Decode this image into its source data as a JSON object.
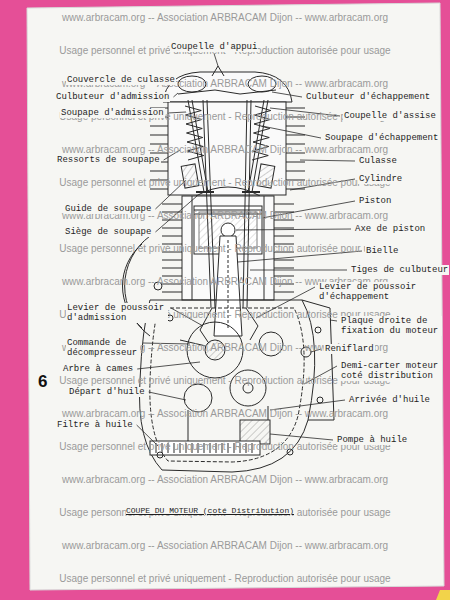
{
  "diagram": {
    "caption": "COUPE DU MOTEUR (coté Distribution)",
    "labels": [
      "Coupelle d'appui",
      "Couvercle de culasse",
      "Culbuteur d'admission",
      "Soupape d'admission",
      "Ressorts de soupape",
      "Guide de soupape",
      "Siège de soupape",
      "Levier de poussoir d'admission",
      "Commande de décompresseur",
      "Arbre à cames",
      "Départ d'huile",
      "Filtre à huile",
      "Culbuteur d'échappement",
      "Coupelle d'assise",
      "Soupape d'échappement",
      "Culasse",
      "Cylindre",
      "Piston",
      "Axe de piston",
      "Bielle",
      "Tiges de culbuteur",
      "Levier de poussoir d'échappement",
      "Plaque droite de fixation du moteur",
      "Reniflard",
      "Demi-carter moteur coté distribution",
      "Arrivée d'huile",
      "Pompe à huile",
      "6",
      "www.arbracam.org -- Association ARBRACAM Dijon -- www.arbracam.org",
      "Usage personnel et privé uniquement - Reproduction autorisée pour usage",
      "www.arbracam.org -- Association ARBRACAM Dijon -- www.arbracam.org",
      "Usage personnel et privé uniquement - Reproduction autorisée pour usage",
      "www.arbracam.org -- Association ARBRACAM Dijon -- www.arbracam.org",
      "Usage personnel et privé uniquement - Reproduction autorisée pour usage",
      "www.arbracam.org -- Association ARBRACAM Dijon -- www.arbracam.org",
      "Usage personnel et privé uniquement - Reproduction autorisée pour usage",
      "www.arbracam.org -- Association ARBRACAM Dijon -- www.arbracam.org",
      "Usage personnel et privé uniquement - Reproduction autorisée pour usage",
      "www.arbracam.org -- Association ARBRACAM Dijon -- www.arbracam.org",
      "Usage personnel et privé uniquement - Reproduction autorisée pour usage",
      "www.arbracam.org -- Association ARBRACAM Dijon -- www.arbracam.org",
      "Usage personnel et privé uniquement - Reproduction autorisée pour usage",
      "www.arbracam.org -- Association ARBRACAM Dijon -- www.arbracam.org",
      "Usage personnel et privé uniquement - Reproduction autorisée pour usage",
      "www.arbracam.org -- Association ARBRACAM Dijon -- www.arbracam.org",
      "Usage personnel et privé uniquement - Reproduction autorisée pour usage"
    ]
  }
}
